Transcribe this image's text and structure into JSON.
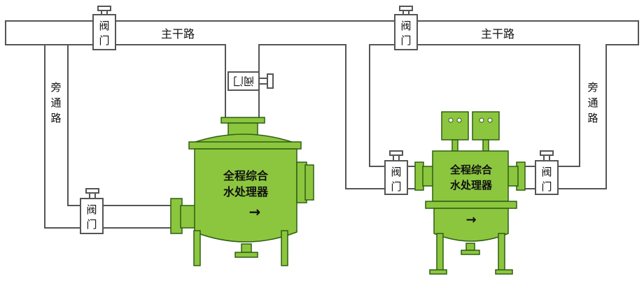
{
  "colors": {
    "pipe_stroke": "#555555",
    "pipe_fill": "#ffffff",
    "tank_green": "#8cc63f",
    "tank_dark": "#2f5e12",
    "text": "#111111"
  },
  "left": {
    "main_road": "主干路",
    "bypass": [
      "旁",
      "通",
      "路"
    ],
    "valve_top": [
      "阀",
      "门"
    ],
    "valve_bottom": [
      "阀",
      "门"
    ],
    "valve_vertical": "阀门",
    "unit_label_1": "全程综合",
    "unit_label_2": "水处理器",
    "arrow": "→"
  },
  "right": {
    "main_road": "主干路",
    "bypass": [
      "旁",
      "通",
      "路"
    ],
    "valve_top": [
      "阀",
      "门"
    ],
    "valve_left": [
      "阀",
      "门"
    ],
    "valve_right": [
      "阀",
      "门"
    ],
    "unit_label_1": "全程综合",
    "unit_label_2": "水处理器",
    "arrow": "→"
  }
}
